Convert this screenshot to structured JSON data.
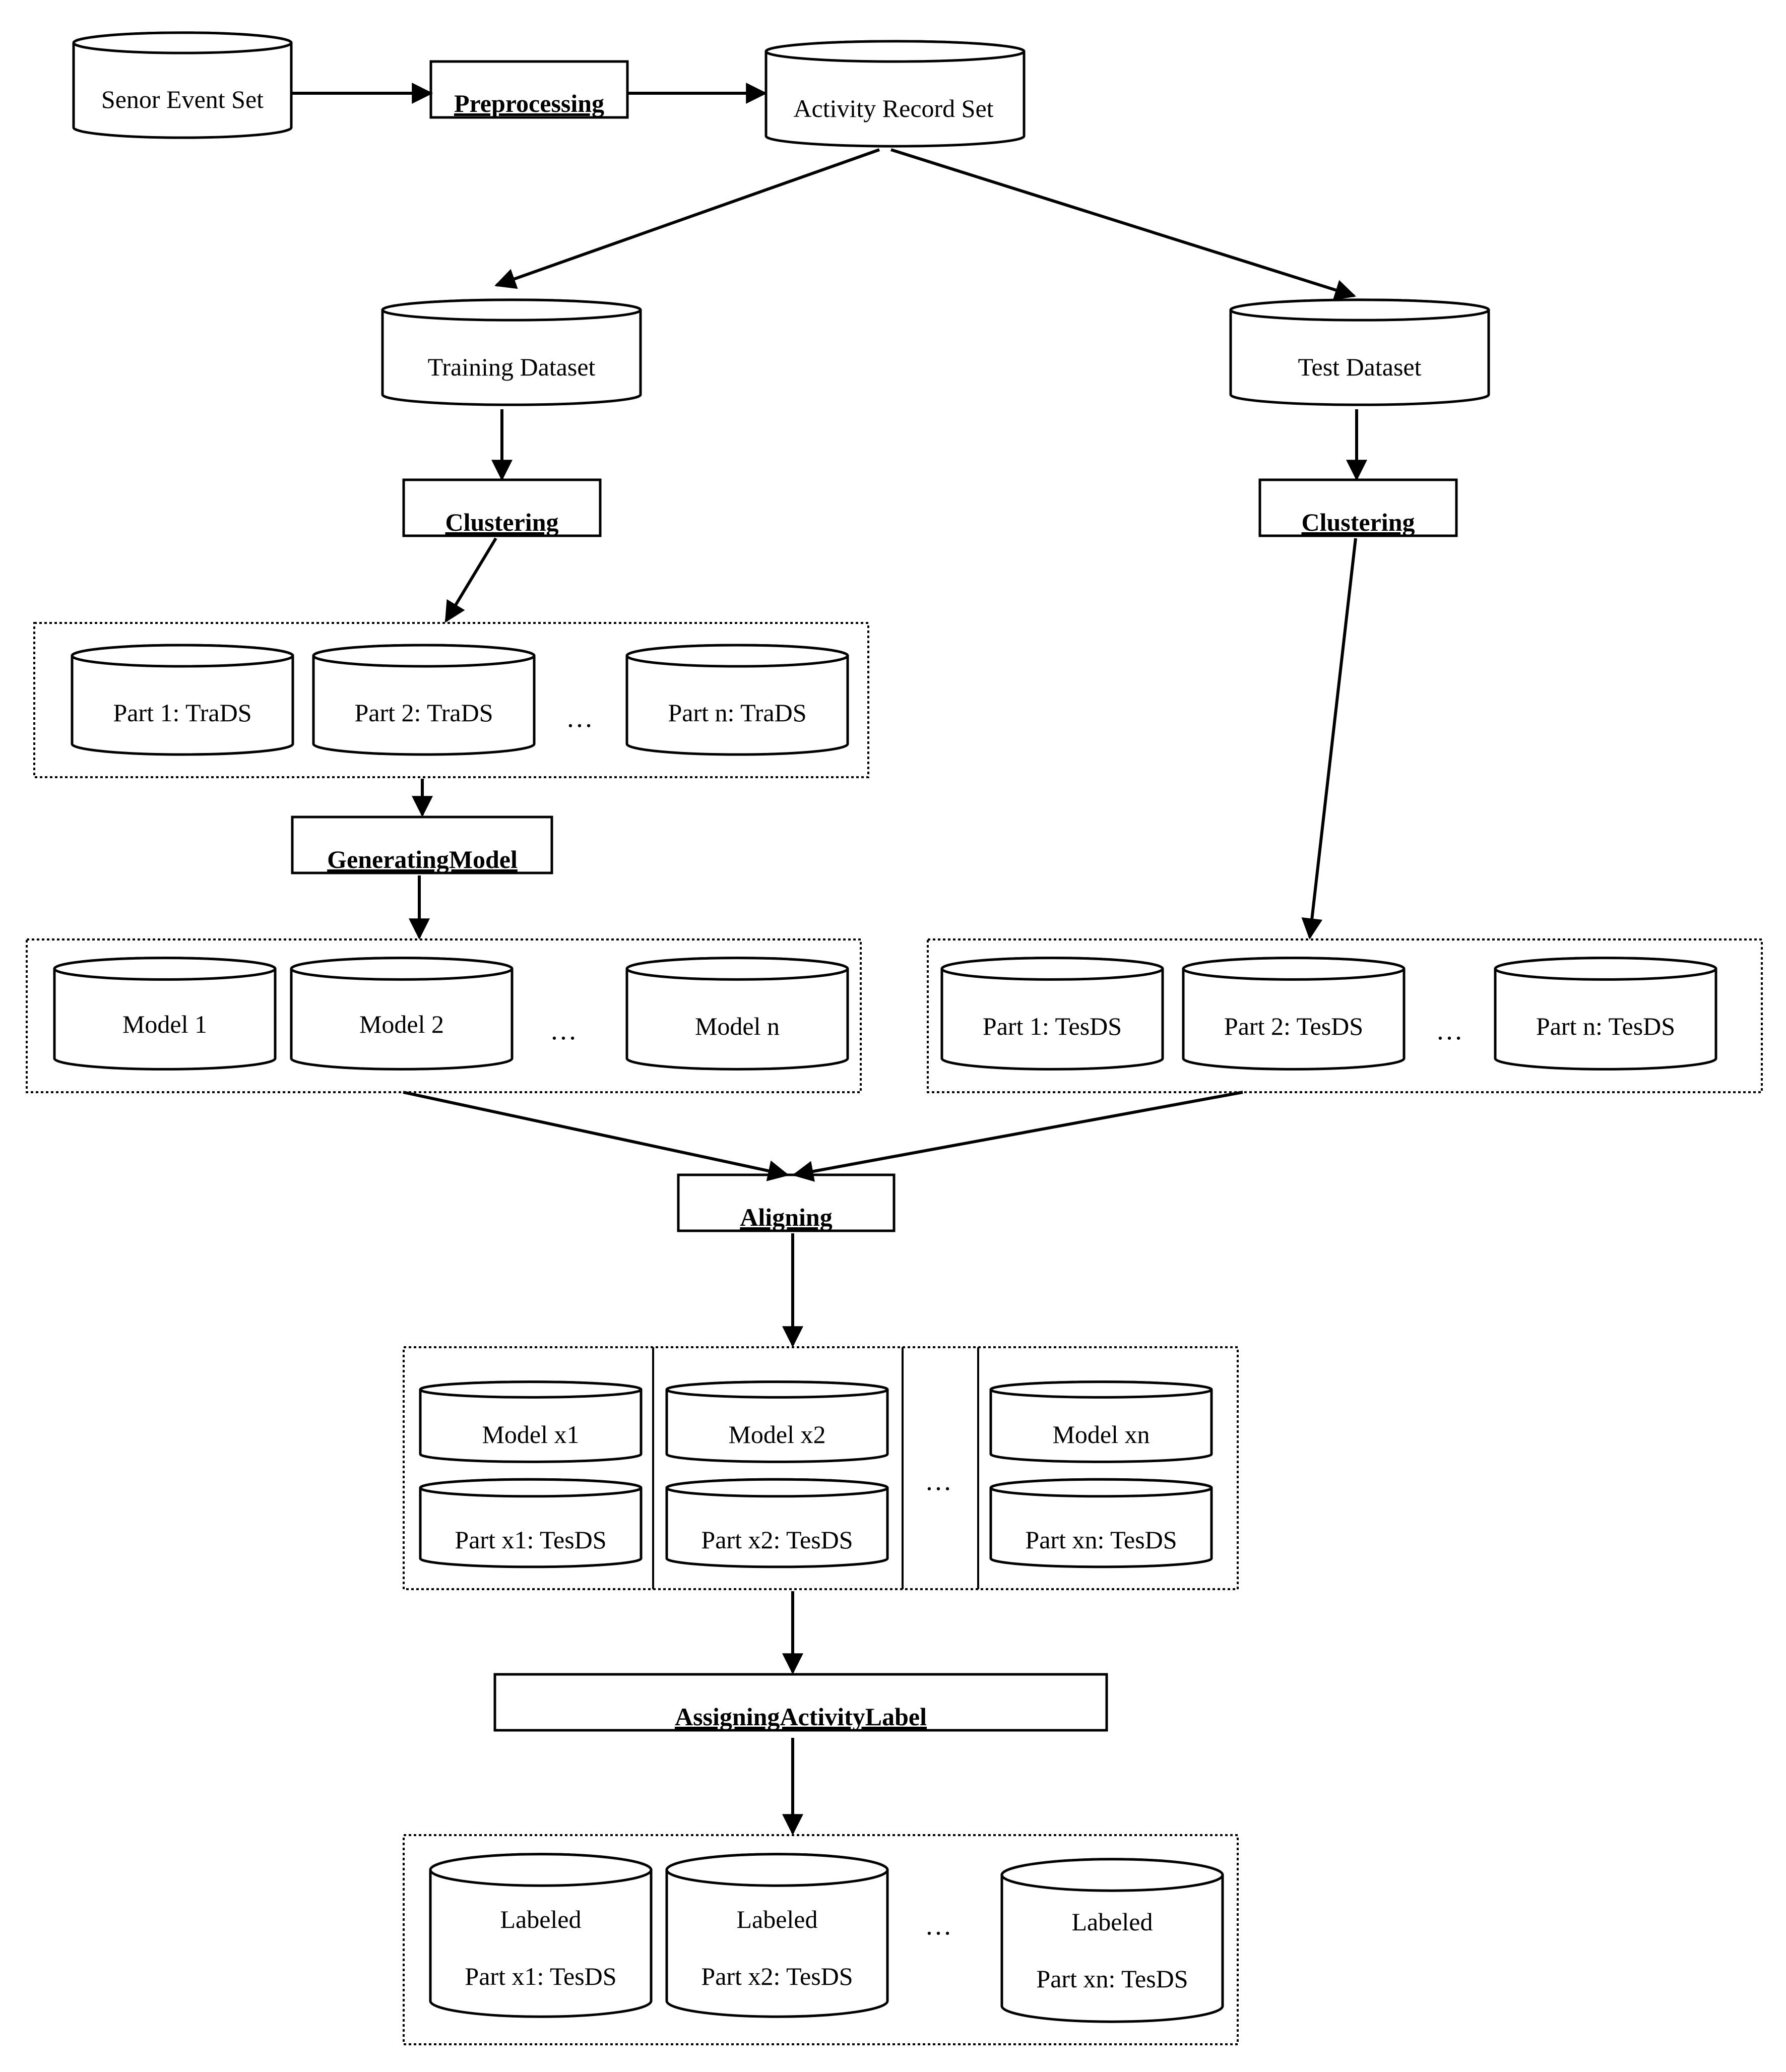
{
  "nodes": {
    "sensor_event_set": "Senor Event Set",
    "preprocessing": "Preprocessing",
    "activity_record_set": "Activity Record Set",
    "training_dataset": "Training Dataset",
    "test_dataset": "Test Dataset",
    "clustering_train": "Clustering",
    "clustering_test": "Clustering",
    "generating_model": "GeneratingModel",
    "aligning": "Aligning",
    "assigning_activity_label": "AssigningActivityLabel"
  },
  "training_parts": [
    "Part 1: TraDS",
    "Part 2: TraDS",
    "Part n: TraDS"
  ],
  "models": [
    "Model 1",
    "Model 2",
    "Model n"
  ],
  "test_parts": [
    "Part 1: TesDS",
    "Part 2: TesDS",
    "Part n: TesDS"
  ],
  "aligned_pairs": [
    {
      "model": "Model x1",
      "part": "Part x1: TesDS"
    },
    {
      "model": "Model x2",
      "part": "Part x2: TesDS"
    },
    {
      "model": "Model xn",
      "part": "Part xn: TesDS"
    }
  ],
  "labeled_parts": [
    {
      "line1": "Labeled",
      "line2": "Part x1: TesDS"
    },
    {
      "line1": "Labeled",
      "line2": "Part x2: TesDS"
    },
    {
      "line1": "Labeled",
      "line2": "Part xn: TesDS"
    }
  ],
  "ellipsis": "…"
}
